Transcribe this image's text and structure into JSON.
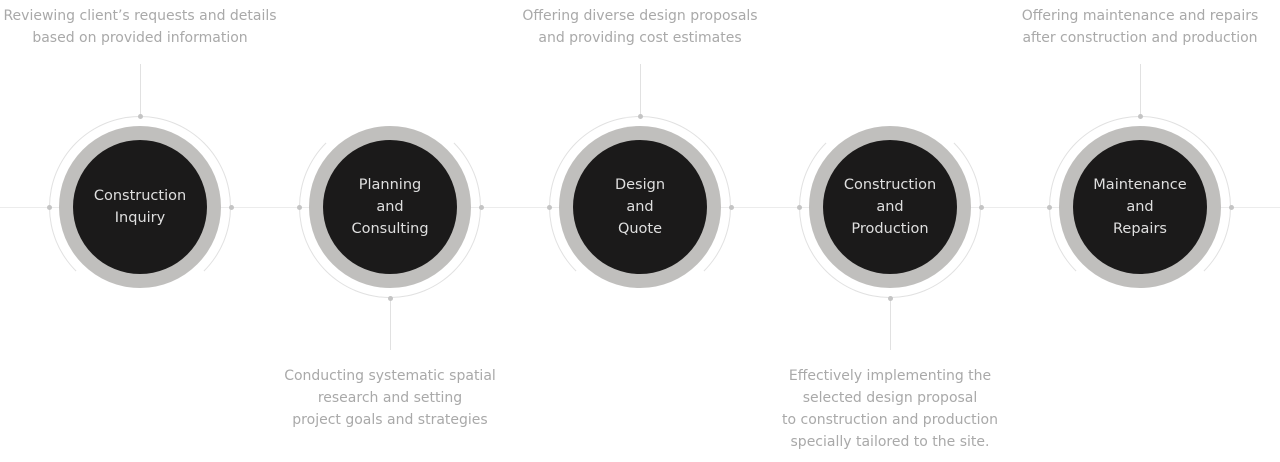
{
  "steps": [
    {
      "title": "Construction\nInquiry",
      "description": "Reviewing client’s requests and details\nbased on provided information",
      "description_position": "top"
    },
    {
      "title": "Planning\nand\nConsulting",
      "description": "Conducting systematic spatial\nresearch and setting\nproject goals and strategies",
      "description_position": "bottom"
    },
    {
      "title": "Design\nand\nQuote",
      "description": "Offering diverse design proposals\nand providing cost estimates",
      "description_position": "top"
    },
    {
      "title": "Construction\nand\nProduction",
      "description": "Effectively implementing the\nselected design proposal\nto construction and production\nspecially tailored to the site.",
      "description_position": "bottom"
    },
    {
      "title": "Maintenance\nand\nRepairs",
      "description": "Offering maintenance and repairs\nafter construction and production",
      "description_position": "top"
    }
  ]
}
